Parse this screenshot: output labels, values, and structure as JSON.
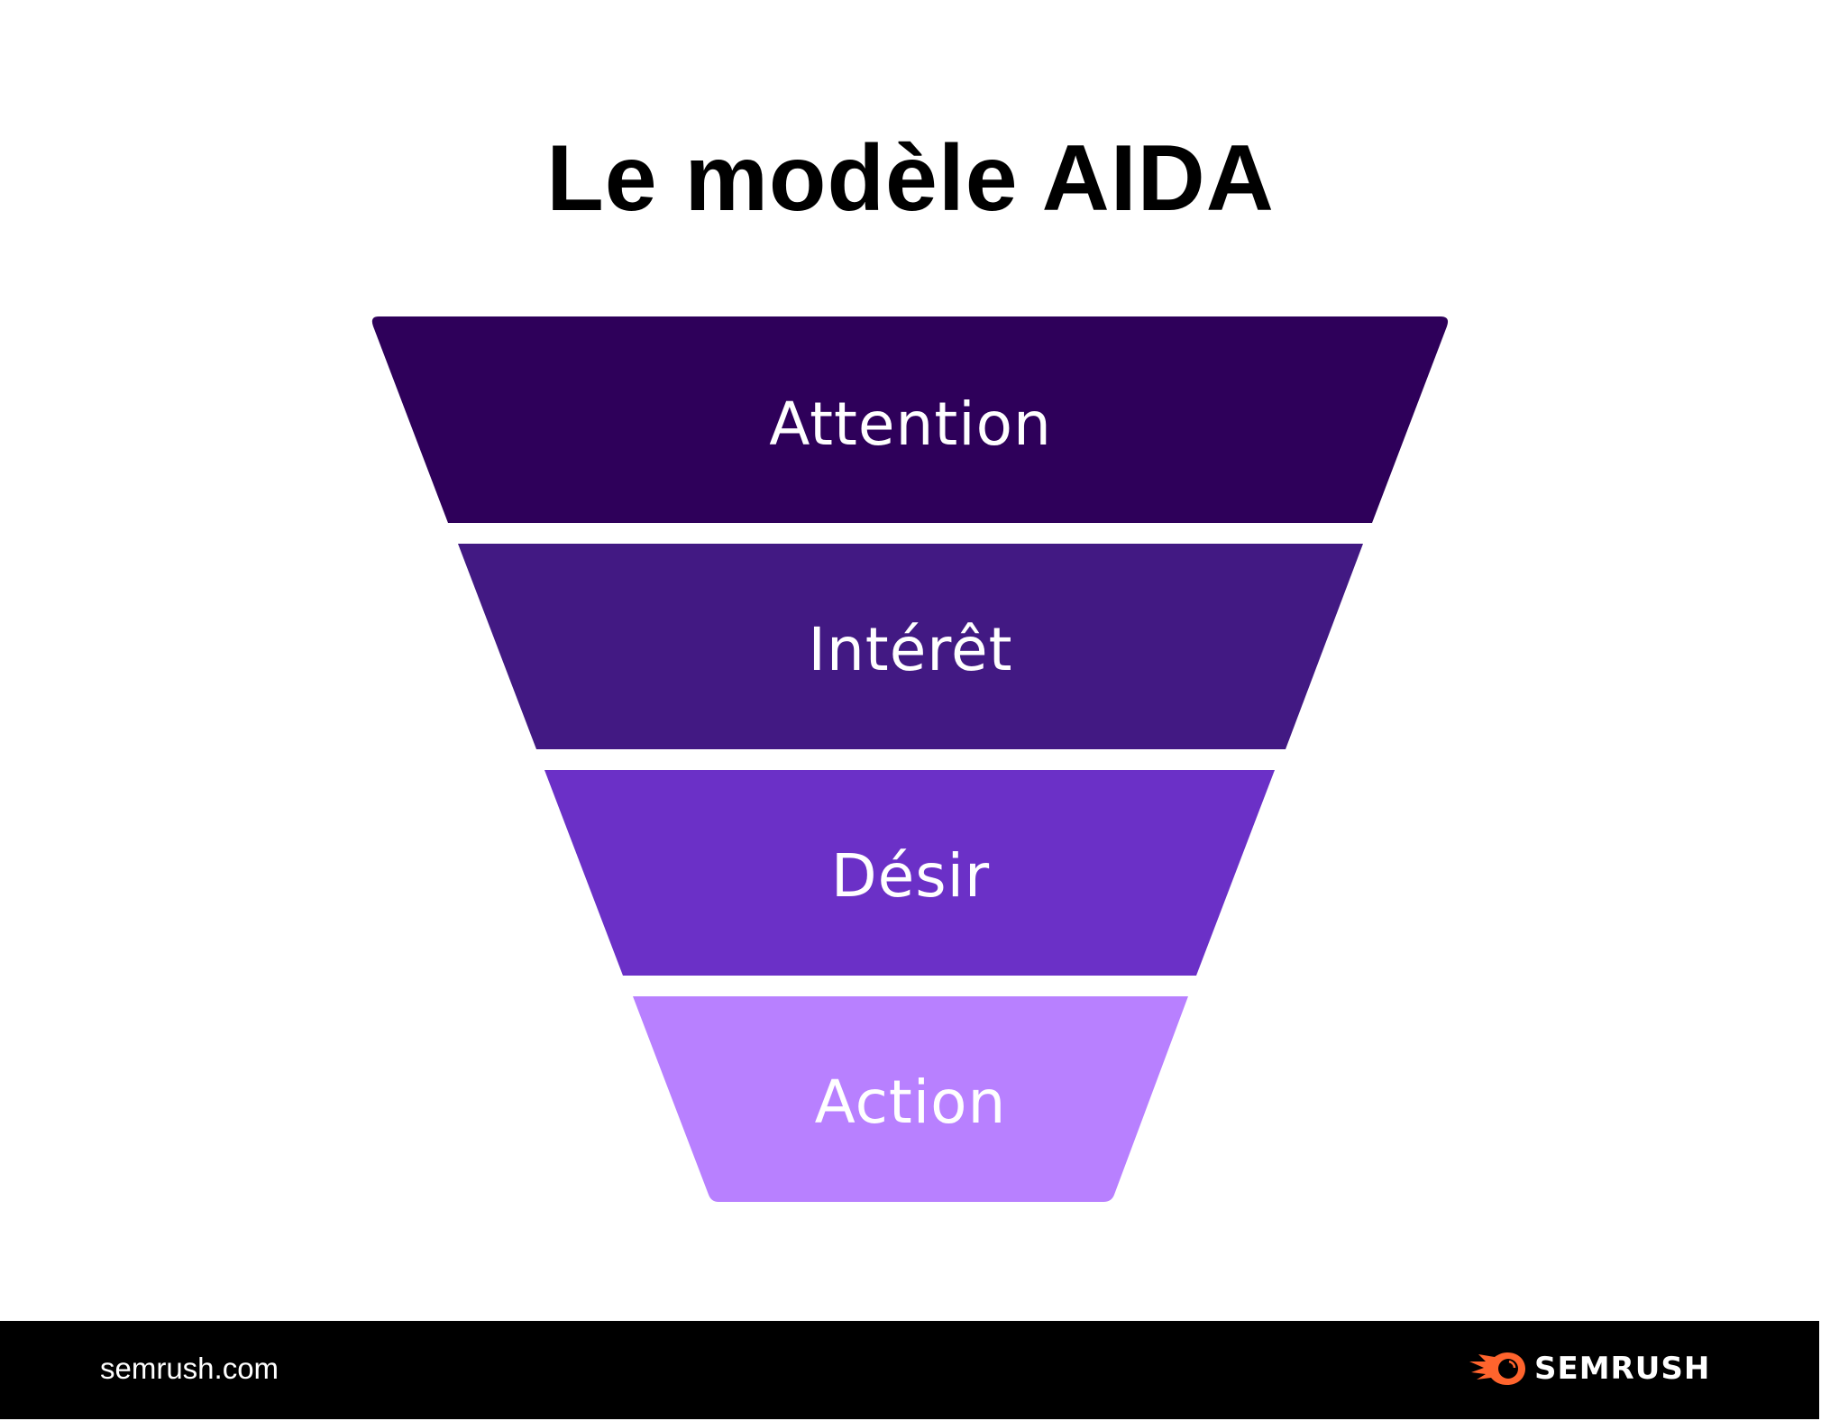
{
  "title": "Le modèle AIDA",
  "funnel": {
    "stages": [
      {
        "label": "Attention",
        "color": "#2E005A"
      },
      {
        "label": "Intérêt",
        "color": "#421983"
      },
      {
        "label": "Désir",
        "color": "#6B30C7"
      },
      {
        "label": "Action",
        "color": "#B880FF"
      }
    ]
  },
  "footer": {
    "url": "semrush.com",
    "brand_name": "SEMRUSH",
    "brand_icon": "semrush-fireball-icon",
    "brand_color": "#FF642D",
    "background": "#000000"
  }
}
